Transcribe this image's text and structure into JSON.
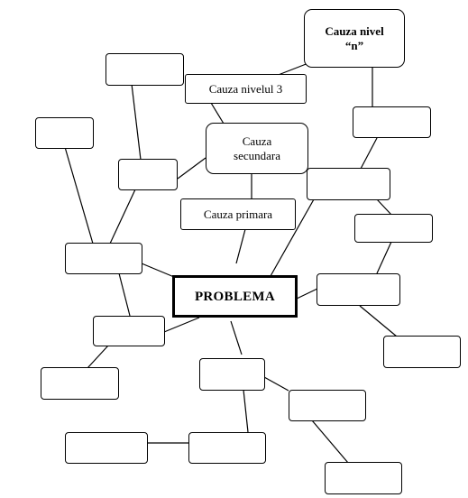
{
  "diagram": {
    "center": {
      "label": "PROBLEMA"
    },
    "labeled_boxes": {
      "cause_level_n": {
        "line1": "Cauza nivel",
        "line2": "“n”"
      },
      "cause_level_3": {
        "label": "Cauza nivelul 3"
      },
      "secondary_cause": {
        "line1": "Cauza",
        "line2": "secundara"
      },
      "primary_cause": {
        "label": "Cauza primara"
      }
    }
  },
  "colors": {
    "stroke": "#000000",
    "background": "#ffffff"
  }
}
